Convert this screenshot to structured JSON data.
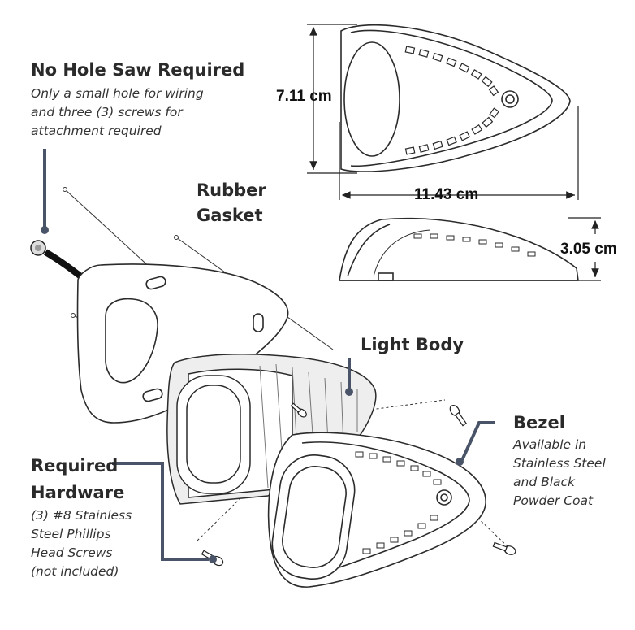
{
  "callouts": {
    "no_hole_saw": {
      "title": "No Hole Saw Required",
      "lines": [
        "Only a small hole for wiring",
        "and three (3) screws for",
        "attachment required"
      ]
    },
    "rubber_gasket": {
      "lines": [
        "Rubber",
        "Gasket"
      ]
    },
    "light_body": {
      "title": "Light Body"
    },
    "bezel": {
      "title": "Bezel",
      "lines": [
        "Available in",
        "Stainless Steel",
        "and Black",
        "Powder Coat"
      ]
    },
    "required_hardware": {
      "lines": [
        "Required",
        "Hardware"
      ],
      "notes": [
        "(3) #8 Stainless",
        "Steel Phillips",
        "Head Screws",
        "(not included)"
      ]
    }
  },
  "dimensions": {
    "height": "7.11 cm",
    "length": "11.43 cm",
    "depth": "3.05 cm"
  },
  "colors": {
    "line": "#2b2b2b",
    "leader": "#4a5468",
    "fill": "#ffffff",
    "shade": "#e6e6e6",
    "cable": "#111111"
  }
}
